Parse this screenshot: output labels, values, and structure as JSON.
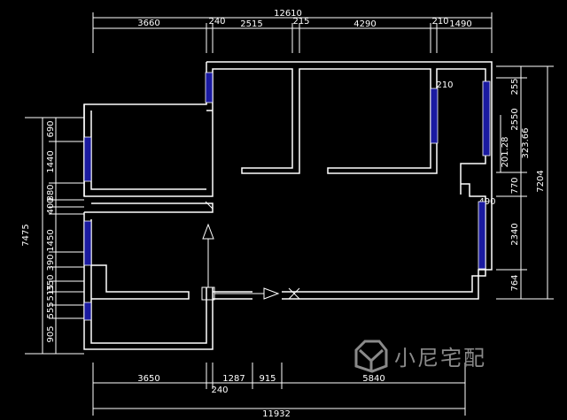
{
  "colors": {
    "background": "#000000",
    "wall": "#ffffff",
    "dimension_line": "#ffffff",
    "window": "#1a1aa0",
    "watermark": "#8a8a8a"
  },
  "dimensions": {
    "top_total": "12610",
    "top_segments": [
      "3660",
      "240",
      "2515",
      "215",
      "4290",
      "210",
      "1490"
    ],
    "bottom_segments": [
      "3650",
      "240",
      "1287",
      "915",
      "5840"
    ],
    "bottom_total": "11932",
    "left_total": "7475",
    "left_segments": [
      "690",
      "1440",
      "880",
      "400",
      "1450",
      "390",
      "350",
      "515",
      "555",
      "905"
    ],
    "right_total": "7204",
    "right_segments": [
      "255",
      "2550",
      "770",
      "2340",
      "764"
    ],
    "right_inner": [
      "201.28",
      "323.66"
    ],
    "interior": [
      "210",
      "490"
    ]
  },
  "watermark": {
    "logo_icon": "xiaoni-logo-icon",
    "text": "小尼宅配"
  }
}
